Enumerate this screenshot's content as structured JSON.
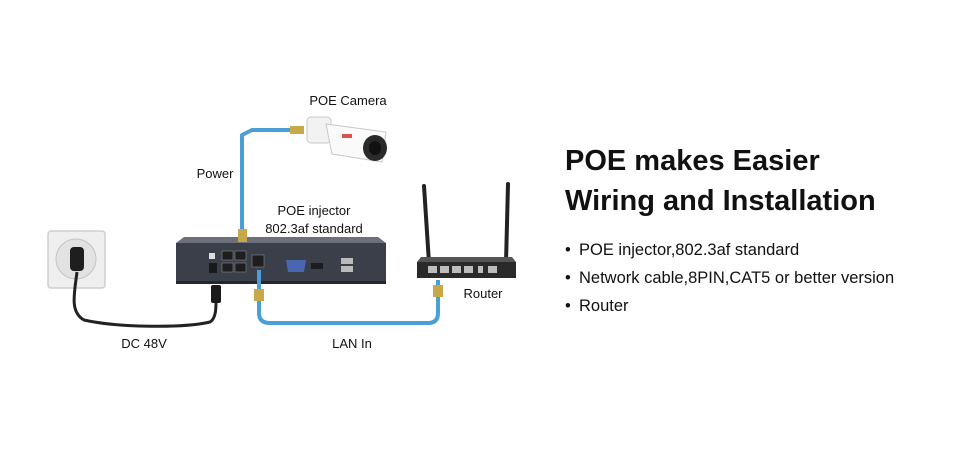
{
  "diagram": {
    "labels": {
      "poe_camera": "POE Camera",
      "power": "Power",
      "poe_injector_line1": "POE injector",
      "poe_injector_line2": "802.3af standard",
      "router": "Router",
      "dc": "DC 48V",
      "lan_in": "LAN In"
    },
    "colors": {
      "cable_blue": "#4a9fd6",
      "power_cable": "#222222",
      "injector_body": "#3a3f4a",
      "router_body": "#2a2a2a",
      "connector_gold": "#c8a94a"
    }
  },
  "headline": {
    "line1": "POE makes Easier",
    "line2": "Wiring and Installation"
  },
  "bullets": [
    "POE injector,802.3af standard",
    "Network cable,8PIN,CAT5 or better version",
    "Router"
  ]
}
